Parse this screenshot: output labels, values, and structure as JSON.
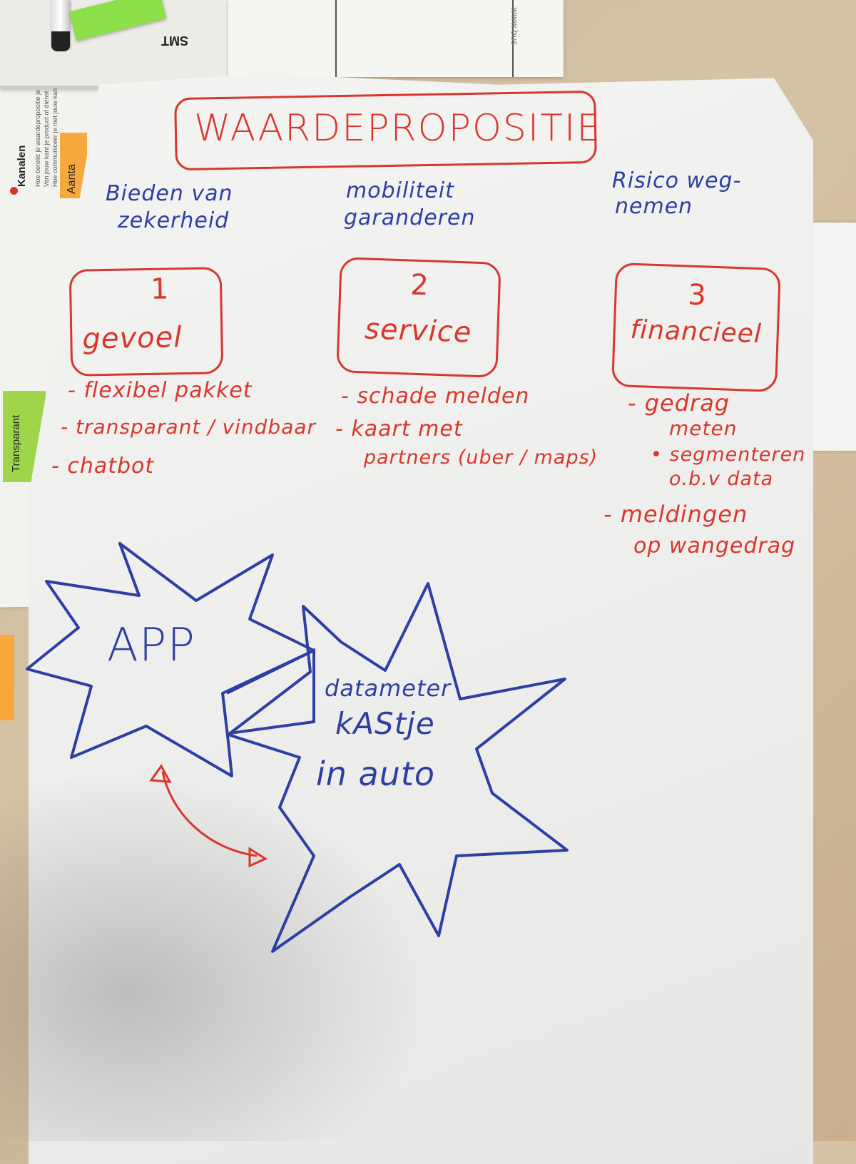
{
  "background": {
    "logo": "SMT",
    "url_fragment": "www.bus",
    "side_heading": "Kanalen",
    "side_desc": [
      "Hoe bereikt je waardepropositie je",
      "Van jouw kant je product of dienst",
      "Hoe communiceer je met jouw kan"
    ],
    "tag_top": "Aanta",
    "tag_green": "Transparant"
  },
  "flipchart": {
    "title": "WAARDEPROPOSITIE",
    "columns": [
      {
        "heading": [
          "Bieden van",
          "zekerheid"
        ],
        "number": "1",
        "label": "gevoel",
        "items": [
          "- flexibel pakket",
          "- transparant / vindbaar",
          "- chatbot"
        ]
      },
      {
        "heading": [
          "mobiliteit",
          "garanderen"
        ],
        "number": "2",
        "label": "service",
        "items": [
          "- schade melden",
          "- kaart met",
          "partners (uber / maps)"
        ]
      },
      {
        "heading": [
          "Risico weg-",
          "nemen"
        ],
        "number": "3",
        "label": "financieel",
        "items": [
          "- gedrag",
          "meten",
          "• segmenteren",
          "o.b.v data",
          "- meldingen",
          "op wangedrag"
        ]
      }
    ],
    "star_app": "APP",
    "star_box": [
      "datameter",
      "kAStje",
      "in auto"
    ]
  },
  "colors": {
    "red_marker": "#d8372e",
    "blue_marker": "#2e3fa3",
    "paper": "#f1f1ef"
  }
}
